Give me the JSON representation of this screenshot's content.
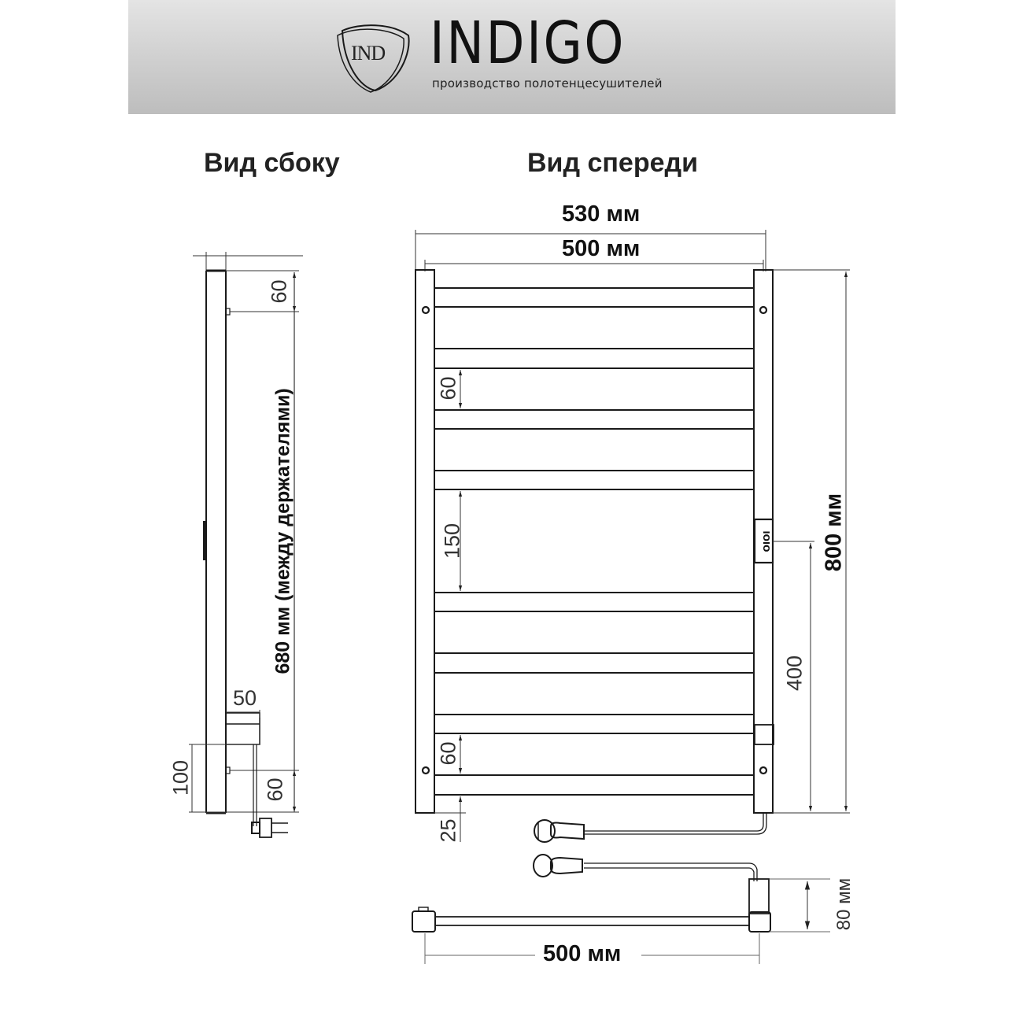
{
  "header": {
    "logo_text": "IND",
    "brand": "INDIGO",
    "tagline": "производство полотенцесушителей",
    "background": "#cfcfcf"
  },
  "views": {
    "side": {
      "title": "Вид сбоку",
      "dims": {
        "top_holder": "60",
        "between_holders": "680 мм (между держателями)",
        "box_width": "50",
        "bottom_offset": "100",
        "bottom_holder": "60"
      }
    },
    "front": {
      "title": "Вид спереди",
      "dims": {
        "overall_width": "530 мм",
        "center_width": "500 мм",
        "height": "800 мм",
        "bar_gap_top": "60",
        "bar_gap_middle": "150",
        "bar_gap_bottom": "60",
        "bottom_clearance": "25",
        "control_height": "400"
      },
      "bar_count": 8
    },
    "top": {
      "dims": {
        "width": "500 мм",
        "depth": "80 мм"
      }
    }
  },
  "colors": {
    "line": "#1a1a1a",
    "dim_line": "#444444",
    "text": "#111111"
  }
}
